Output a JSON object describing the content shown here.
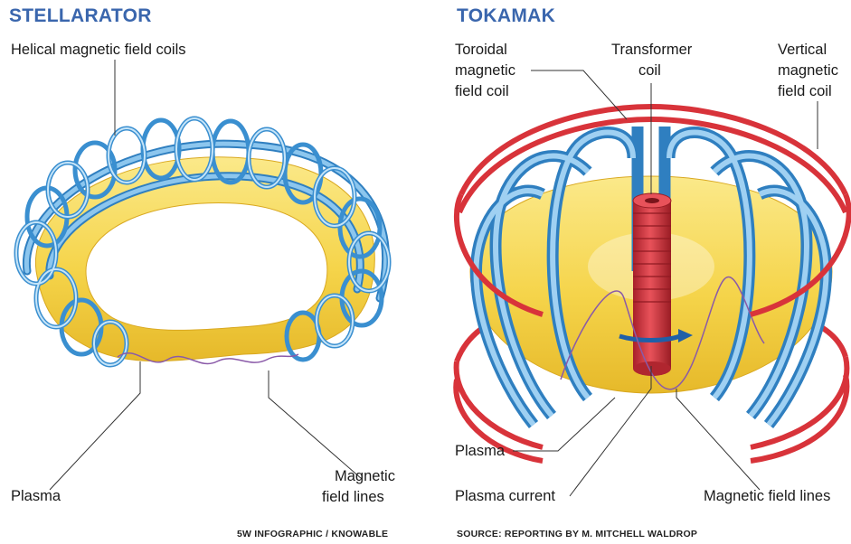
{
  "stellarator": {
    "title": "STELLARATOR",
    "label_coils": "Helical magnetic field coils",
    "label_plasma": "Plasma",
    "label_field_lines_1": "Magnetic",
    "label_field_lines_2": "field lines",
    "credit": "5W INFOGRAPHIC / KNOWABLE"
  },
  "tokamak": {
    "title": "TOKAMAK",
    "label_toroidal_1": "Toroidal",
    "label_toroidal_2": "magnetic",
    "label_toroidal_3": "field coil",
    "label_transformer_1": "Transformer",
    "label_transformer_2": "coil",
    "label_vertical_1": "Vertical",
    "label_vertical_2": "magnetic",
    "label_vertical_3": "field coil",
    "label_plasma": "Plasma",
    "label_plasma_current": "Plasma current",
    "label_field_lines": "Magnetic field lines",
    "credit": "SOURCE: REPORTING BY M. MITCHELL WALDROP"
  },
  "colors": {
    "title": "#3a66ad",
    "coil_blue": "#5aa9e0",
    "coil_blue_light": "#bfe0f7",
    "plasma_yellow": "#f5d44a",
    "vertical_coil_red": "#d8333a",
    "field_line_purple": "#8a5aa8",
    "leader_line": "#333333"
  }
}
